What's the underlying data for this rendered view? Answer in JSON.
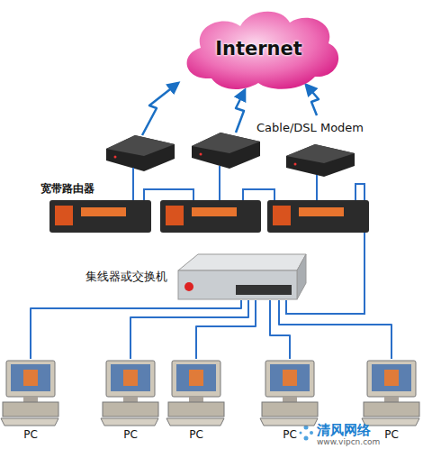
{
  "diagram": {
    "nodes": [
      {
        "text": [
          "Internet"
        ]
      },
      {
        "text": [
          "集线器或交换机"
        ]
      },
      {
        "text": [
          "PC"
        ]
      },
      {
        "text": [
          "PC"
        ]
      },
      {
        "text": [
          "PC"
        ]
      },
      {
        "text": [
          "PC"
        ]
      },
      {
        "text": [
          "PC"
        ]
      }
    ],
    "edges": [
      {
        "from": 2,
        "to": 1,
        "arrow": "none"
      },
      {
        "from": 3,
        "to": 1,
        "arrow": "none"
      },
      {
        "from": 4,
        "to": 1,
        "arrow": "none"
      },
      {
        "from": 5,
        "to": 1,
        "arrow": "none"
      },
      {
        "from": 6,
        "to": 1,
        "arrow": "none"
      }
    ],
    "labels": [
      "Cable/DSL Modem",
      "宽带路由器",
      "清风网络",
      "www.vipcn.com"
    ]
  }
}
